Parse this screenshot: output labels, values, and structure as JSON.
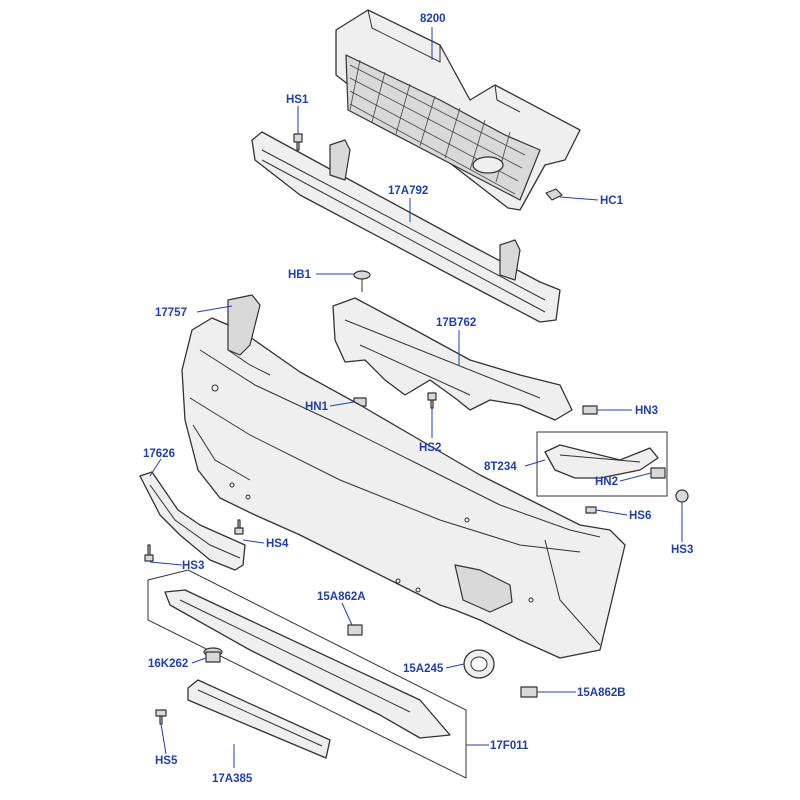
{
  "callouts": {
    "grille": "8200",
    "screw_hs1": "HS1",
    "reinforcement": "17A792",
    "clip_hc1": "HC1",
    "bolt_hb1": "HB1",
    "bumper_cover": "17757",
    "bracket": "17B762",
    "nut_hn1": "HN1",
    "nut_hn3": "HN3",
    "screw_hs2": "HS2",
    "bracket_side": "8T234",
    "nut_hn2": "HN2",
    "screw_hs6": "HS6",
    "screw_hs3_right": "HS3",
    "trim_17626": "17626",
    "screw_hs4": "HS4",
    "screw_hs3_left": "HS3",
    "clip_15a862a": "15A862A",
    "ring_15a245": "15A245",
    "clip_15a862b": "15A862B",
    "spoiler_17f011": "17F011",
    "fastener_16k262": "16K262",
    "screw_hs5": "HS5",
    "plate_17a385": "17A385"
  }
}
